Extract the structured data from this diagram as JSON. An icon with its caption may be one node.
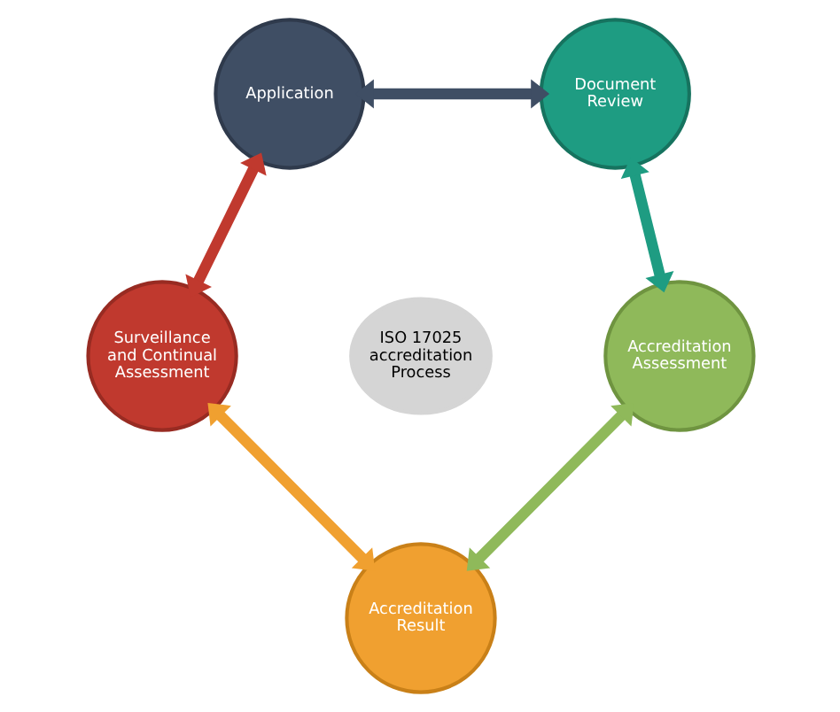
{
  "diagram": {
    "nodes": [
      {
        "text": [
          "Application"
        ]
      },
      {
        "text": [
          "Document Review"
        ]
      },
      {
        "text": [
          "ISO 17025 accreditation Process"
        ]
      },
      {
        "text": [
          "Accreditation Assessment"
        ]
      },
      {
        "text": [
          "Accreditation Result"
        ]
      },
      {
        "text": [
          "Surveillance and Continual Assessment"
        ]
      }
    ],
    "edges": [
      {
        "from": 0,
        "to": 1,
        "arrow": "both",
        "color": "#3f4e64"
      },
      {
        "from": 1,
        "to": 3,
        "arrow": "both",
        "color": "#1e9c82"
      },
      {
        "from": 3,
        "to": 4,
        "arrow": "both",
        "color": "#8fb95a"
      },
      {
        "from": 4,
        "to": 5,
        "arrow": "both",
        "color": "#f0a030"
      },
      {
        "from": 5,
        "to": 0,
        "arrow": "both",
        "color": "#c0392e"
      }
    ]
  }
}
